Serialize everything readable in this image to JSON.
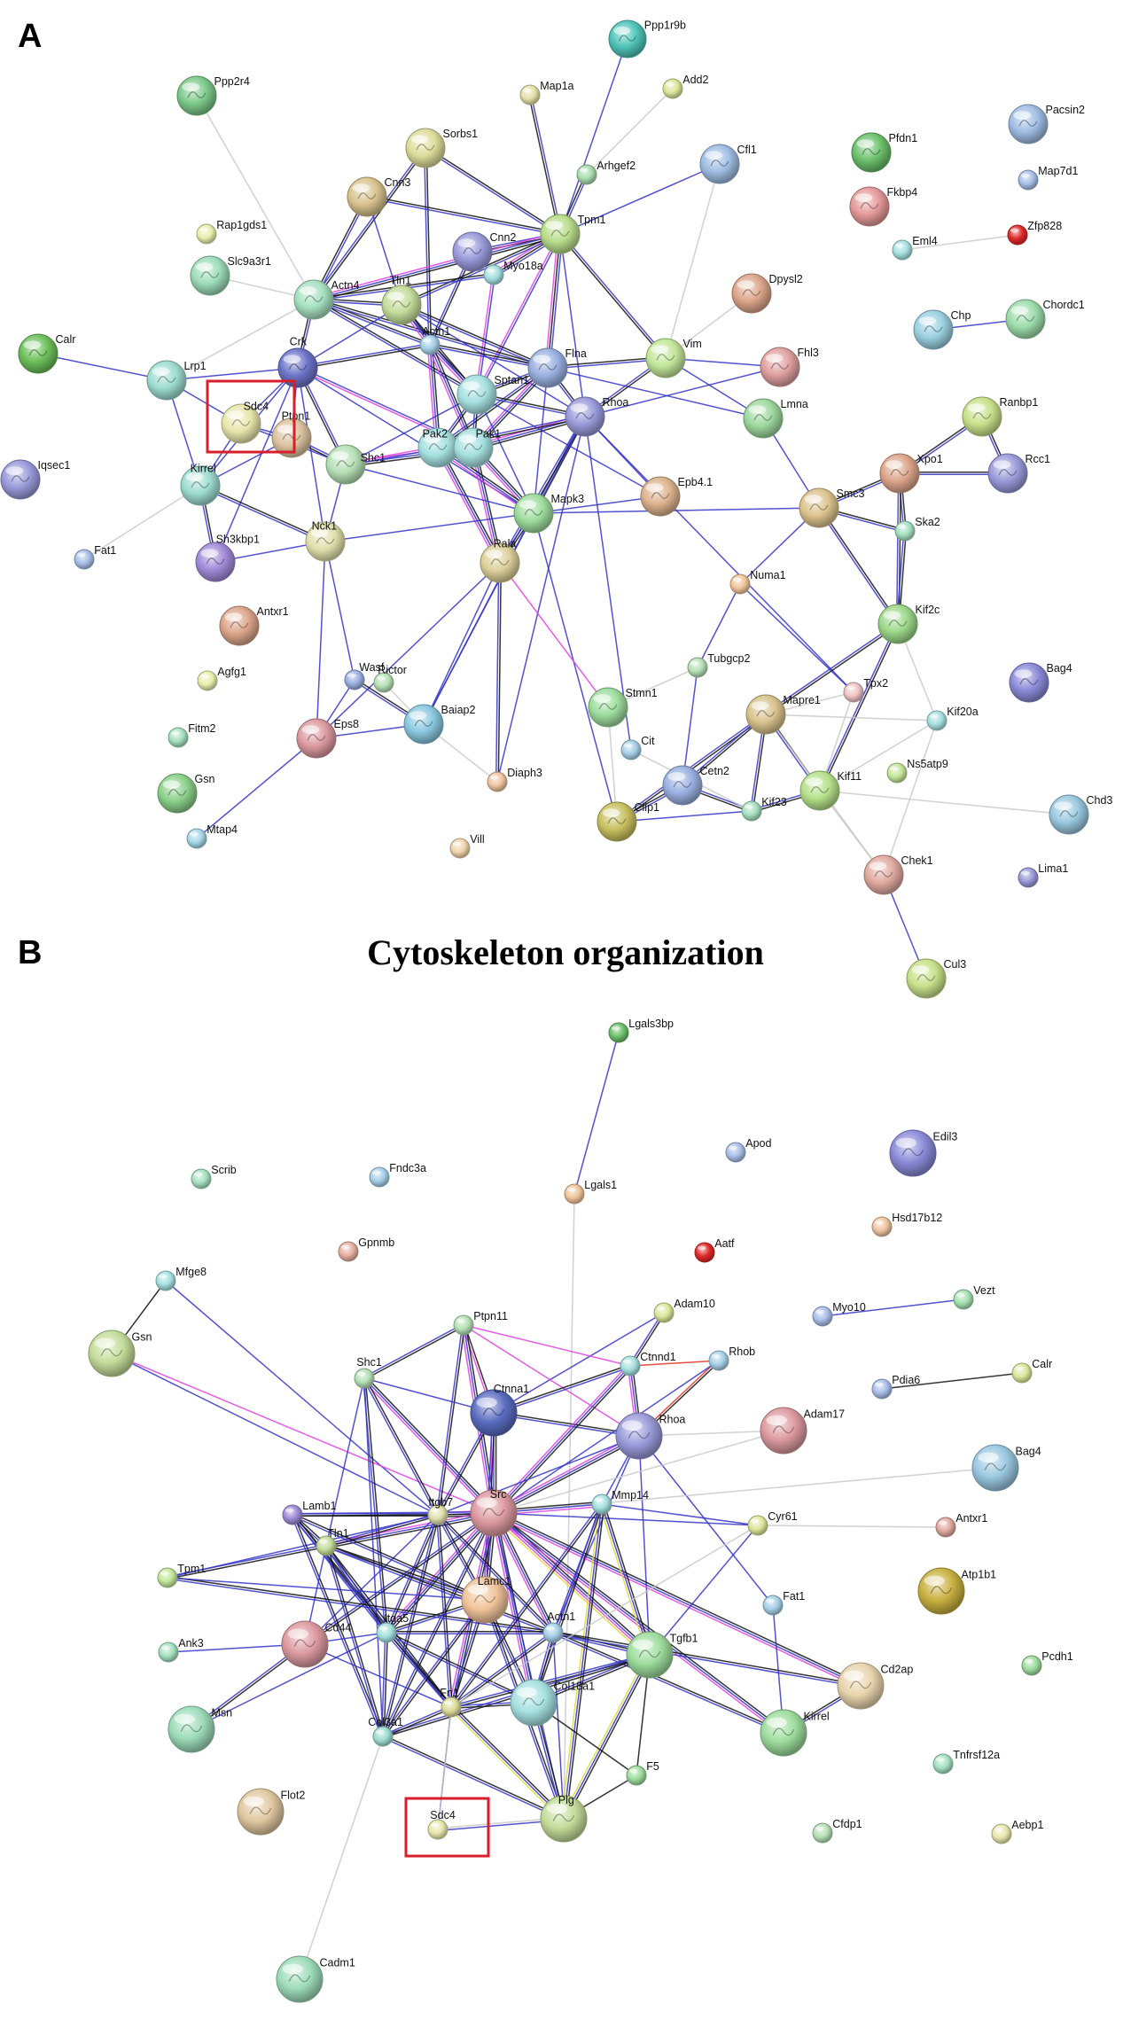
{
  "panels": [
    {
      "id": "A",
      "letter": "A",
      "subtitle": "",
      "nodes": [
        {
          "id": "Ppp1r9b",
          "label": "Ppp1r9b",
          "color": "#4fc4b8"
        },
        {
          "id": "Ppp2r4",
          "label": "Ppp2r4",
          "color": "#7cc98a"
        },
        {
          "id": "Map1a",
          "label": "Map1a",
          "color": "#e5e0a8"
        },
        {
          "id": "Add2",
          "label": "Add2",
          "color": "#dbe69a"
        },
        {
          "id": "Pacsin2",
          "label": "Pacsin2",
          "color": "#9fbde3"
        },
        {
          "id": "Pfdn1",
          "label": "Pfdn1",
          "color": "#6cc06c"
        },
        {
          "id": "Cfl1",
          "label": "Cfl1",
          "color": "#9fbde3"
        },
        {
          "id": "Arhgef2",
          "label": "Arhgef2",
          "color": "#a8dcb0"
        },
        {
          "id": "Sorbs1",
          "label": "Sorbs1",
          "color": "#dcdc9a"
        },
        {
          "id": "Map7d1",
          "label": "Map7d1",
          "color": "#a9bfe8"
        },
        {
          "id": "Fkbp4",
          "label": "Fkbp4",
          "color": "#e59a9a"
        },
        {
          "id": "Cnn3",
          "label": "Cnn3",
          "color": "#d8c38e"
        },
        {
          "id": "Tpm1",
          "label": "Tpm1",
          "color": "#b8dc8a"
        },
        {
          "id": "Zfp828",
          "label": "Zfp828",
          "color": "#e02828"
        },
        {
          "id": "Eml4",
          "label": "Eml4",
          "color": "#a6e0e0"
        },
        {
          "id": "Rap1gds1",
          "label": "Rap1gds1",
          "color": "#e8eeac"
        },
        {
          "id": "Cnn2",
          "label": "Cnn2",
          "color": "#9a9ada"
        },
        {
          "id": "Slc9a3r1",
          "label": "Slc9a3r1",
          "color": "#9ddcb9"
        },
        {
          "id": "Myo18a",
          "label": "Myo18a",
          "color": "#a6e0e0"
        },
        {
          "id": "Dpysl2",
          "label": "Dpysl2",
          "color": "#dca58a"
        },
        {
          "id": "Actn4",
          "label": "Actn4",
          "color": "#a6e0c0"
        },
        {
          "id": "Tln1",
          "label": "Tln1",
          "color": "#c3dc9a"
        },
        {
          "id": "Chp",
          "label": "Chp",
          "color": "#9ad0e0"
        },
        {
          "id": "Chordc1",
          "label": "Chordc1",
          "color": "#9ddcab"
        },
        {
          "id": "Calr",
          "label": "Calr",
          "color": "#6cbf5a"
        },
        {
          "id": "Actn1",
          "label": "Actn1",
          "color": "#a6d0e8"
        },
        {
          "id": "Crk",
          "label": "Crk",
          "color": "#6c74c8"
        },
        {
          "id": "Vim",
          "label": "Vim",
          "color": "#c3e69a"
        },
        {
          "id": "Fhl3",
          "label": "Fhl3",
          "color": "#e0a0a0"
        },
        {
          "id": "Lrp1",
          "label": "Lrp1",
          "color": "#9ddcd0"
        },
        {
          "id": "Flna",
          "label": "Flna",
          "color": "#9ab0e0"
        },
        {
          "id": "Sptan1",
          "label": "Sptan1",
          "color": "#a6e0e0"
        },
        {
          "id": "Ranbp1",
          "label": "Ranbp1",
          "color": "#c8e08a"
        },
        {
          "id": "Sdc4",
          "label": "Sdc4",
          "color": "#e8e6ac"
        },
        {
          "id": "Ptpn1",
          "label": "Ptpn1",
          "color": "#dcc3a0"
        },
        {
          "id": "Lmna",
          "label": "Lmna",
          "color": "#9dd89d"
        },
        {
          "id": "Rhoa",
          "label": "Rhoa",
          "color": "#9a9ada"
        },
        {
          "id": "Pak2",
          "label": "Pak2",
          "color": "#a6e0e0"
        },
        {
          "id": "Pak1",
          "label": "Pak1",
          "color": "#a6e0e0"
        },
        {
          "id": "Xpo1",
          "label": "Xpo1",
          "color": "#dca58a"
        },
        {
          "id": "Rcc1",
          "label": "Rcc1",
          "color": "#9a9ada"
        },
        {
          "id": "Shc1",
          "label": "Shc1",
          "color": "#b6e0b6"
        },
        {
          "id": "Iqsec1",
          "label": "Iqsec1",
          "color": "#9a9ada"
        },
        {
          "id": "Kirrel",
          "label": "Kirrel",
          "color": "#9ddcd0"
        },
        {
          "id": "Epb4.1",
          "label": "Epb4.1",
          "color": "#dcb38e"
        },
        {
          "id": "Smc3",
          "label": "Smc3",
          "color": "#dcc38e"
        },
        {
          "id": "Mapk3",
          "label": "Mapk3",
          "color": "#9ddc9d"
        },
        {
          "id": "Nck1",
          "label": "Nck1",
          "color": "#e0e0ac"
        },
        {
          "id": "Ska2",
          "label": "Ska2",
          "color": "#a6e0c0"
        },
        {
          "id": "Sh3kbp1",
          "label": "Sh3kbp1",
          "color": "#a08ad8"
        },
        {
          "id": "Rala",
          "label": "Rala",
          "color": "#dcd09a"
        },
        {
          "id": "Fat1",
          "label": "Fat1",
          "color": "#a9bfe8"
        },
        {
          "id": "Numa1",
          "label": "Numa1",
          "color": "#f0c49a"
        },
        {
          "id": "Kif2c",
          "label": "Kif2c",
          "color": "#9dd88a"
        },
        {
          "id": "Antxr1",
          "label": "Antxr1",
          "color": "#dca58a"
        },
        {
          "id": "Agfg1",
          "label": "Agfg1",
          "color": "#e8eeac"
        },
        {
          "id": "Tubgcp2",
          "label": "Tubgcp2",
          "color": "#b6e0b6"
        },
        {
          "id": "Wasf",
          "label": "Wasf",
          "color": "#9ab0e0"
        },
        {
          "id": "Rictor",
          "label": "Rictor",
          "color": "#b6e0b6"
        },
        {
          "id": "Bag4",
          "label": "Bag4",
          "color": "#8a8ad8"
        },
        {
          "id": "Stmn1",
          "label": "Stmn1",
          "color": "#9ddc9d"
        },
        {
          "id": "Tpx2",
          "label": "Tpx2",
          "color": "#f0c4c4"
        },
        {
          "id": "Baiap2",
          "label": "Baiap2",
          "color": "#8ac8e0"
        },
        {
          "id": "Mapre1",
          "label": "Mapre1",
          "color": "#d8c38e"
        },
        {
          "id": "Kif20a",
          "label": "Kif20a",
          "color": "#a6e0e0"
        },
        {
          "id": "Fitm2",
          "label": "Fitm2",
          "color": "#a6e0c0"
        },
        {
          "id": "Eps8",
          "label": "Eps8",
          "color": "#dc9aa0"
        },
        {
          "id": "Cit",
          "label": "Cit",
          "color": "#a6d0e8"
        },
        {
          "id": "Ns5atp9",
          "label": "Ns5atp9",
          "color": "#c3e69a"
        },
        {
          "id": "Gsn",
          "label": "Gsn",
          "color": "#8ad08a"
        },
        {
          "id": "Cetn2",
          "label": "Cetn2",
          "color": "#9ab0e0"
        },
        {
          "id": "Diaph3",
          "label": "Diaph3",
          "color": "#f0c4a0"
        },
        {
          "id": "Kif11",
          "label": "Kif11",
          "color": "#b6e08a"
        },
        {
          "id": "Chd3",
          "label": "Chd3",
          "color": "#9ac8e0"
        },
        {
          "id": "Clip1",
          "label": "Clip1",
          "color": "#c8c060"
        },
        {
          "id": "Kif23",
          "label": "Kif23",
          "color": "#a6e0c0"
        },
        {
          "id": "Mtap4",
          "label": "Mtap4",
          "color": "#a6d8e8"
        },
        {
          "id": "Vill",
          "label": "Vill",
          "color": "#f0d4ac"
        },
        {
          "id": "Chek1",
          "label": "Chek1",
          "color": "#e0aaa0"
        },
        {
          "id": "Lima1",
          "label": "Lima1",
          "color": "#9a9ada"
        },
        {
          "id": "Cul3",
          "label": "Cul3",
          "color": "#c8e08a"
        }
      ],
      "highlight": "Sdc4"
    },
    {
      "id": "B",
      "letter": "B",
      "subtitle": "Cytoskeleton organization",
      "nodes": [
        {
          "id": "Lgals3bp",
          "label": "Lgals3bp",
          "color": "#6cc06c"
        },
        {
          "id": "Apod",
          "label": "Apod",
          "color": "#a9bfe8"
        },
        {
          "id": "Edil3",
          "label": "Edil3",
          "color": "#8a8ad8"
        },
        {
          "id": "Scrib",
          "label": "Scrib",
          "color": "#a6e0c0"
        },
        {
          "id": "Fndc3a",
          "label": "Fndc3a",
          "color": "#a6d0e8"
        },
        {
          "id": "Lgals1",
          "label": "Lgals1",
          "color": "#f0c49a"
        },
        {
          "id": "Hsd17b12",
          "label": "Hsd17b12",
          "color": "#f0c4a0"
        },
        {
          "id": "Gpnmb",
          "label": "Gpnmb",
          "color": "#e8b0a0"
        },
        {
          "id": "Aatf",
          "label": "Aatf",
          "color": "#e02828"
        },
        {
          "id": "Mfge8",
          "label": "Mfge8",
          "color": "#a6e0e0"
        },
        {
          "id": "Adam10",
          "label": "Adam10",
          "color": "#dce69a"
        },
        {
          "id": "Vezt",
          "label": "Vezt",
          "color": "#a6e0b0"
        },
        {
          "id": "Gsn",
          "label": "Gsn",
          "color": "#c3dc9a"
        },
        {
          "id": "Myo10",
          "label": "Myo10",
          "color": "#a9bfe8"
        },
        {
          "id": "Ptpn11",
          "label": "Ptpn11",
          "color": "#b6e0b6"
        },
        {
          "id": "Rhob",
          "label": "Rhob",
          "color": "#a6d0e8"
        },
        {
          "id": "Ctnnd1",
          "label": "Ctnnd1",
          "color": "#a6e0e0"
        },
        {
          "id": "Calr",
          "label": "Calr",
          "color": "#dce69a"
        },
        {
          "id": "Pdia6",
          "label": "Pdia6",
          "color": "#a9bfe8"
        },
        {
          "id": "Ctnna1",
          "label": "Ctnna1",
          "color": "#5a6cc0"
        },
        {
          "id": "Shc1",
          "label": "Shc1",
          "color": "#b6e0b6"
        },
        {
          "id": "Adam17",
          "label": "Adam17",
          "color": "#dc9aa0"
        },
        {
          "id": "Rhoa",
          "label": "Rhoa",
          "color": "#9a9ada"
        },
        {
          "id": "Bag4",
          "label": "Bag4",
          "color": "#9ac8e0"
        },
        {
          "id": "Itgb7",
          "label": "Itgb7",
          "color": "#e0e0ac"
        },
        {
          "id": "Src",
          "label": "Src",
          "color": "#dc9aa0"
        },
        {
          "id": "Lamb1",
          "label": "Lamb1",
          "color": "#a08ad8"
        },
        {
          "id": "Mmp14",
          "label": "Mmp14",
          "color": "#a6e0e0"
        },
        {
          "id": "Cyr61",
          "label": "Cyr61",
          "color": "#dce69a"
        },
        {
          "id": "Antxr1",
          "label": "Antxr1",
          "color": "#e0aaa0"
        },
        {
          "id": "Tln1",
          "label": "Tln1",
          "color": "#c3dc9a"
        },
        {
          "id": "Tpm1",
          "label": "Tpm1",
          "color": "#c3e69a"
        },
        {
          "id": "Atp1b1",
          "label": "Atp1b1",
          "color": "#c8b040"
        },
        {
          "id": "Fat1",
          "label": "Fat1",
          "color": "#a6d0e8"
        },
        {
          "id": "Lamc1",
          "label": "Lamc1",
          "color": "#f0c49a"
        },
        {
          "id": "Cd44",
          "label": "Cd44",
          "color": "#dc9aa0"
        },
        {
          "id": "Itga5",
          "label": "Itga5",
          "color": "#a6e0e0"
        },
        {
          "id": "Actn1",
          "label": "Actn1",
          "color": "#a6d0e8"
        },
        {
          "id": "Tgfb1",
          "label": "Tgfb1",
          "color": "#9ddc9d"
        },
        {
          "id": "Ank3",
          "label": "Ank3",
          "color": "#a6e0c0"
        },
        {
          "id": "Pcdh1",
          "label": "Pcdh1",
          "color": "#9ddc9d"
        },
        {
          "id": "Cd2ap",
          "label": "Cd2ap",
          "color": "#e8d4ac"
        },
        {
          "id": "Col18a1",
          "label": "Col18a1",
          "color": "#a6e0e0"
        },
        {
          "id": "Msn",
          "label": "Msn",
          "color": "#9ddcb9"
        },
        {
          "id": "Fn1",
          "label": "Fn1",
          "color": "#dcdc9a"
        },
        {
          "id": "Kirrel",
          "label": "Kirrel",
          "color": "#9ddc9d"
        },
        {
          "id": "Col3a1",
          "label": "Col3a1",
          "color": "#9ddcd0"
        },
        {
          "id": "Tnfrsf12a",
          "label": "Tnfrsf12a",
          "color": "#a6e0c0"
        },
        {
          "id": "F5",
          "label": "F5",
          "color": "#9ddc9d"
        },
        {
          "id": "Flot2",
          "label": "Flot2",
          "color": "#e0c8a0"
        },
        {
          "id": "Plg",
          "label": "Plg",
          "color": "#c3dc9a"
        },
        {
          "id": "Sdc4",
          "label": "Sdc4",
          "color": "#e8e6ac"
        },
        {
          "id": "Cfdp1",
          "label": "Cfdp1",
          "color": "#b6e0b6"
        },
        {
          "id": "Aebp1",
          "label": "Aebp1",
          "color": "#e8e6ac"
        },
        {
          "id": "Cadm1",
          "label": "Cadm1",
          "color": "#9ddcb9"
        }
      ],
      "highlight": "Sdc4"
    }
  ]
}
